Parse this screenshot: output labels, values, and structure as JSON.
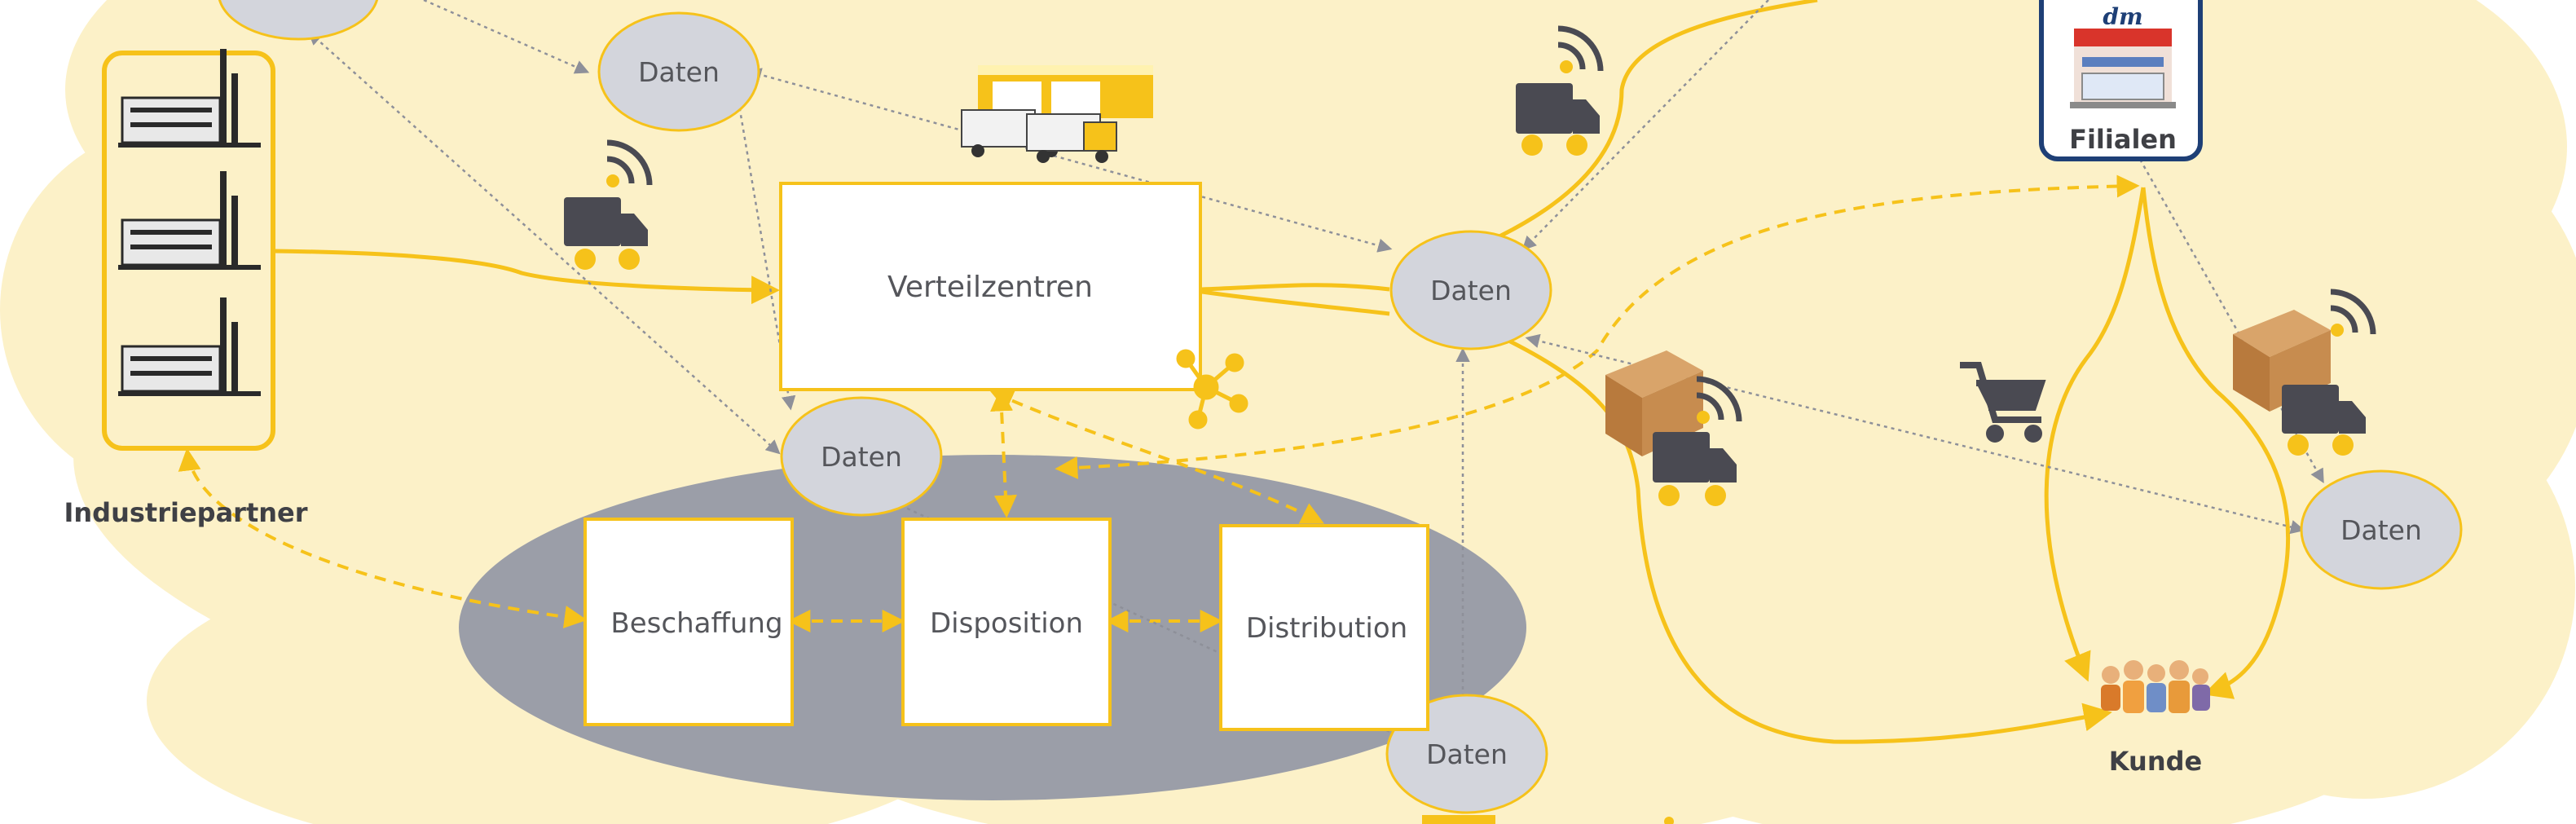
{
  "diagram": {
    "distribution_center": "Verteilzentren",
    "industry_partner": "Industriepartner",
    "stores": "Filialen",
    "customer": "Kunde",
    "store_logo": "dm",
    "data_label": "Daten",
    "processes": [
      "Beschaffung",
      "Disposition",
      "Distribution"
    ]
  },
  "colors": {
    "cloud": "#fcf1c8",
    "accent": "#f6c21a",
    "data_node": "#d3d5dc",
    "process_ellipse": "#9b9ea8",
    "icon_dark": "#4a4a52",
    "dotted": "#8e9099",
    "store_frame": "#1e3f76"
  },
  "icons": [
    "factory-icon",
    "truck-signal-icon",
    "warehouse-trucks-icon",
    "network-icon",
    "parcel-truck-icon",
    "shopping-cart-icon",
    "store-icon",
    "customers-icon"
  ]
}
